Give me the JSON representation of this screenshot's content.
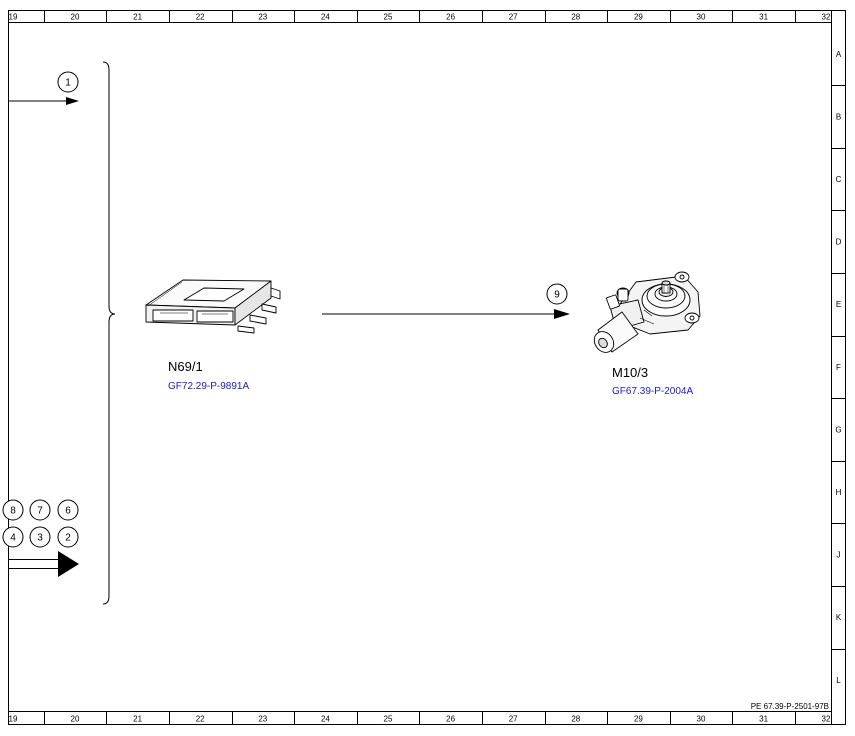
{
  "ruler": {
    "columns": [
      "19",
      "20",
      "21",
      "22",
      "23",
      "24",
      "25",
      "26",
      "27",
      "28",
      "29",
      "30",
      "31",
      "32"
    ],
    "rows": [
      "A",
      "B",
      "C",
      "D",
      "E",
      "F",
      "G",
      "H",
      "J",
      "K",
      "L"
    ]
  },
  "components": {
    "control_unit": {
      "label": "N69/1",
      "link": "GF72.29-P-9891A"
    },
    "motor": {
      "label": "M10/3",
      "link": "GF67.39-P-2004A"
    }
  },
  "callouts": {
    "top_input": "1",
    "signal_out": "9",
    "bundle_row1": [
      "8",
      "7",
      "6"
    ],
    "bundle_row2": [
      "4",
      "3",
      "2"
    ]
  },
  "reference_code": "PE 67.39-P-2501-97B"
}
